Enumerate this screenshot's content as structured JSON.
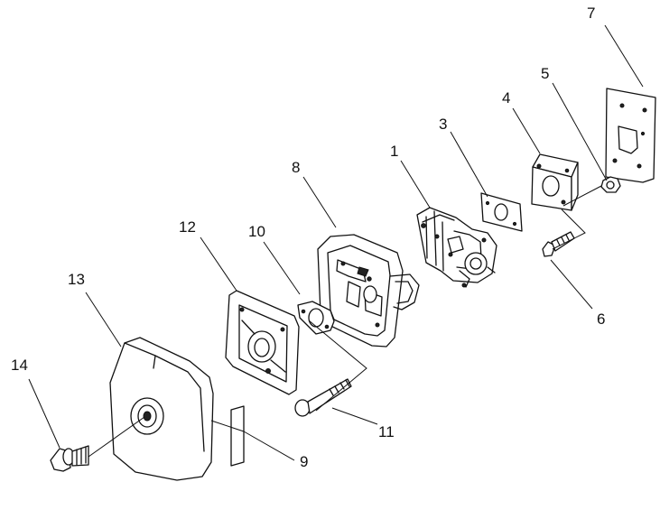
{
  "callouts": {
    "c1": "1",
    "c3": "3",
    "c4": "4",
    "c5": "5",
    "c6": "6",
    "c7": "7",
    "c8": "8",
    "c9": "9",
    "c10": "10",
    "c11": "11",
    "c12": "12",
    "c13": "13",
    "c14": "14"
  }
}
